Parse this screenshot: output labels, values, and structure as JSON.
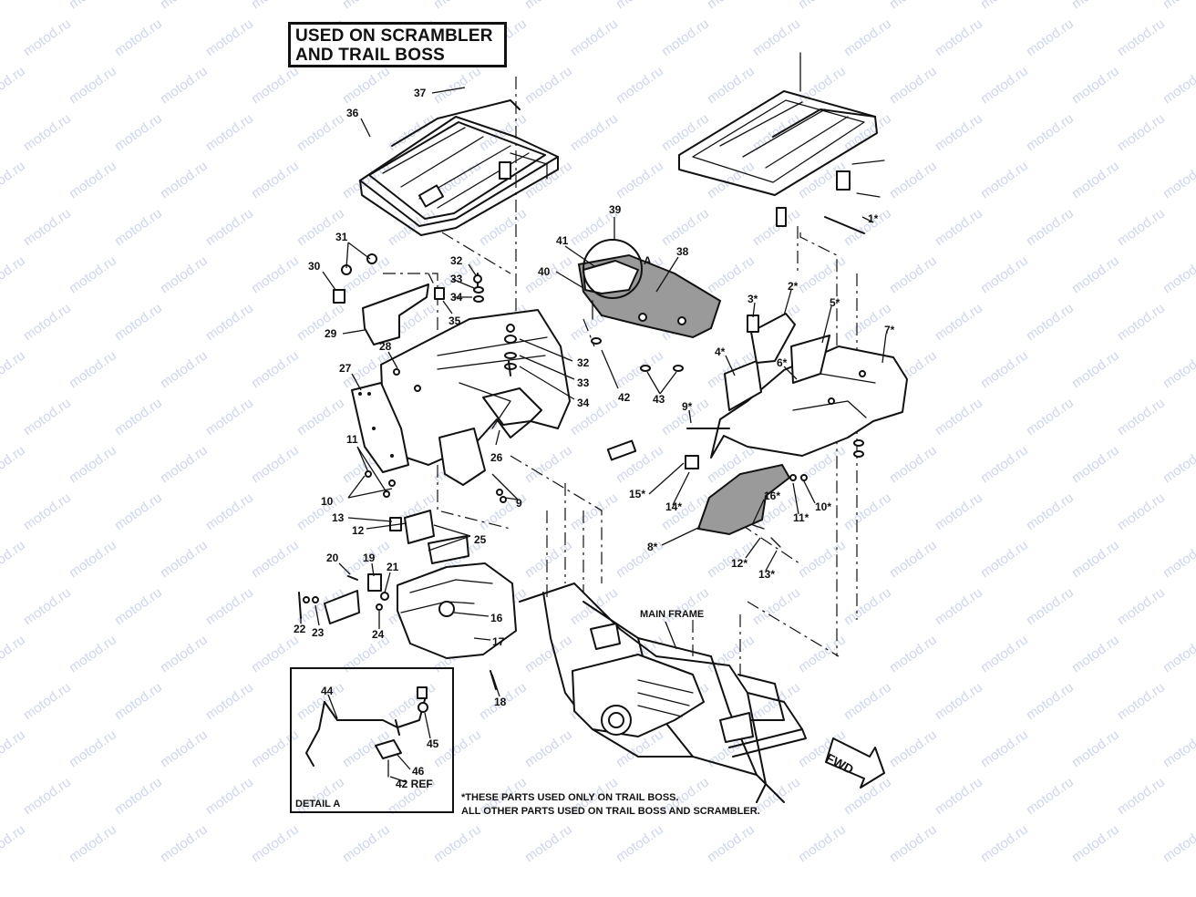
{
  "diagram": {
    "title_line1": "USED ON SCRAMBLER",
    "title_line2": "AND TRAIL BOSS",
    "main_frame_label": "MAIN FRAME",
    "fwd_label": "FWD",
    "detail_label": "DETAIL A",
    "detail_marker": "A",
    "footnote_line1": "*THESE PARTS USED ONLY ON TRAIL BOSS.",
    "footnote_line2": "ALL OTHER PARTS USED ON TRAIL BOSS AND SCRAMBLER.",
    "watermark": "motod.ru"
  },
  "callouts": [
    {
      "key": "c37",
      "text": "37"
    },
    {
      "key": "c36",
      "text": "36"
    },
    {
      "key": "c31",
      "text": "31"
    },
    {
      "key": "c30",
      "text": "30"
    },
    {
      "key": "c29",
      "text": "29"
    },
    {
      "key": "c28",
      "text": "28"
    },
    {
      "key": "c27",
      "text": "27"
    },
    {
      "key": "c32a",
      "text": "32"
    },
    {
      "key": "c33a",
      "text": "33"
    },
    {
      "key": "c34a",
      "text": "34"
    },
    {
      "key": "c35",
      "text": "35"
    },
    {
      "key": "c32b",
      "text": "32"
    },
    {
      "key": "c33b",
      "text": "33"
    },
    {
      "key": "c34b",
      "text": "34"
    },
    {
      "key": "c26",
      "text": "26"
    },
    {
      "key": "c11",
      "text": "11"
    },
    {
      "key": "c10",
      "text": "10"
    },
    {
      "key": "c9",
      "text": "9"
    },
    {
      "key": "c13",
      "text": "13"
    },
    {
      "key": "c12",
      "text": "12"
    },
    {
      "key": "c25",
      "text": "25"
    },
    {
      "key": "c20",
      "text": "20"
    },
    {
      "key": "c19",
      "text": "19"
    },
    {
      "key": "c21",
      "text": "21"
    },
    {
      "key": "c22",
      "text": "22"
    },
    {
      "key": "c23",
      "text": "23"
    },
    {
      "key": "c24",
      "text": "24"
    },
    {
      "key": "c16",
      "text": "16"
    },
    {
      "key": "c17",
      "text": "17"
    },
    {
      "key": "c18",
      "text": "18"
    },
    {
      "key": "c44",
      "text": "44"
    },
    {
      "key": "c45",
      "text": "45"
    },
    {
      "key": "c46",
      "text": "46"
    },
    {
      "key": "c42ref",
      "text": "42 REF"
    },
    {
      "key": "c39",
      "text": "39"
    },
    {
      "key": "c41",
      "text": "41"
    },
    {
      "key": "c38",
      "text": "38"
    },
    {
      "key": "c40",
      "text": "40"
    },
    {
      "key": "c42",
      "text": "42"
    },
    {
      "key": "c43",
      "text": "43"
    },
    {
      "key": "c1s",
      "text": "1*"
    },
    {
      "key": "c2s",
      "text": "2*"
    },
    {
      "key": "c3s",
      "text": "3*"
    },
    {
      "key": "c5s",
      "text": "5*"
    },
    {
      "key": "c7s",
      "text": "7*"
    },
    {
      "key": "c4s",
      "text": "4*"
    },
    {
      "key": "c6s",
      "text": "6*"
    },
    {
      "key": "c9s",
      "text": "9*"
    },
    {
      "key": "c15s",
      "text": "15*"
    },
    {
      "key": "c14s",
      "text": "14*"
    },
    {
      "key": "c16s",
      "text": "16*"
    },
    {
      "key": "c10s",
      "text": "10*"
    },
    {
      "key": "c11s",
      "text": "11*"
    },
    {
      "key": "c8s",
      "text": "8*"
    },
    {
      "key": "c12s",
      "text": "12*"
    },
    {
      "key": "c13s",
      "text": "13*"
    }
  ]
}
